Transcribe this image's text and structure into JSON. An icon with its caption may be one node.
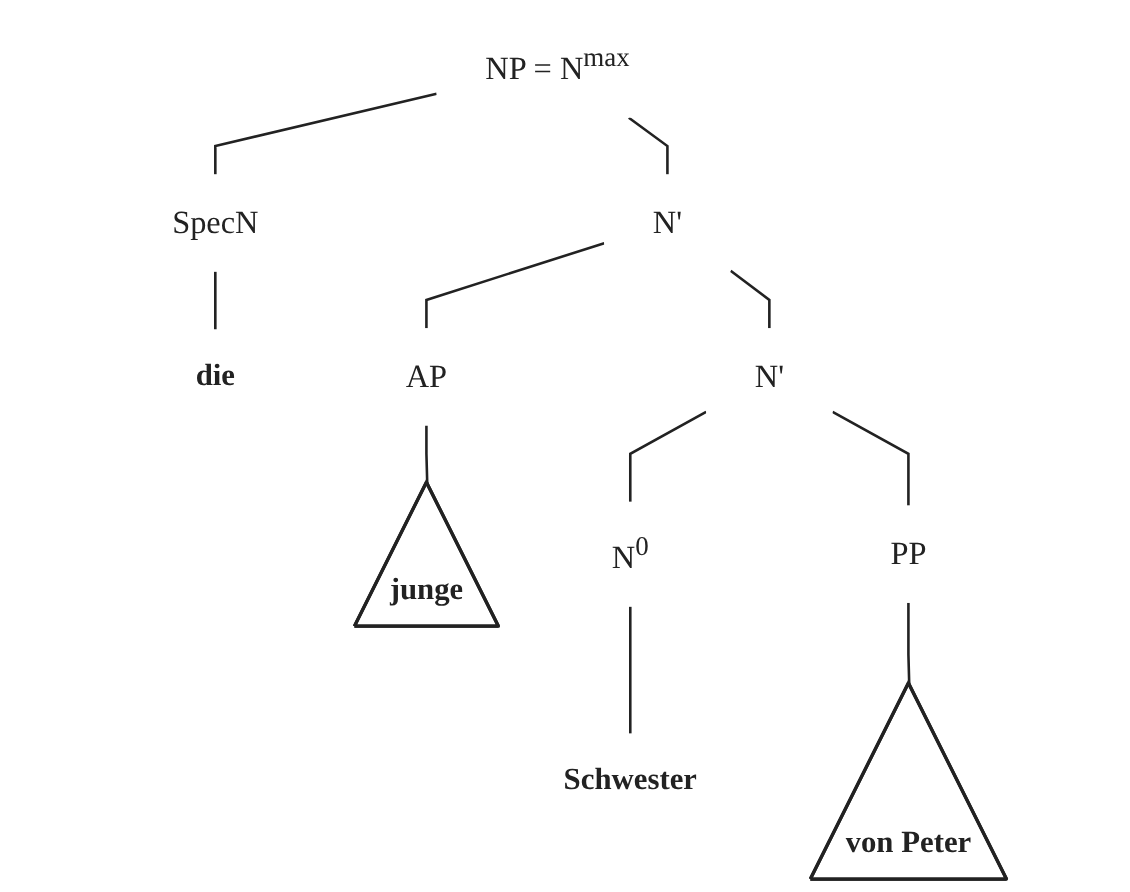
{
  "diagram": {
    "nodes": [
      {
        "text": [
          "NP = N$^{max}$"
        ]
      },
      {
        "text": [
          "SpecN"
        ]
      },
      {
        "text": [
          "N'"
        ]
      },
      {
        "text": [
          "die"
        ]
      },
      {
        "text": [
          "AP"
        ]
      },
      {
        "text": [
          "N'"
        ]
      },
      {
        "text": [
          "junge"
        ]
      },
      {
        "text": [
          "N$^{0}$"
        ]
      },
      {
        "text": [
          "PP"
        ]
      },
      {
        "text": [
          "Schwester"
        ]
      },
      {
        "text": [
          "von Peter"
        ]
      }
    ],
    "edges": [
      {
        "from": 0,
        "to": 1,
        "arrow": "none"
      },
      {
        "from": 0,
        "to": 2,
        "arrow": "none"
      },
      {
        "from": 1,
        "to": 3,
        "arrow": "none"
      },
      {
        "from": 2,
        "to": 4,
        "arrow": "none"
      },
      {
        "from": 2,
        "to": 5,
        "arrow": "none"
      },
      {
        "from": 4,
        "to": 6,
        "arrow": "none"
      },
      {
        "from": 5,
        "to": 7,
        "arrow": "none"
      },
      {
        "from": 5,
        "to": 8,
        "arrow": "none"
      },
      {
        "from": 7,
        "to": 9,
        "arrow": "none"
      },
      {
        "from": 8,
        "to": 10,
        "arrow": "none"
      }
    ]
  }
}
